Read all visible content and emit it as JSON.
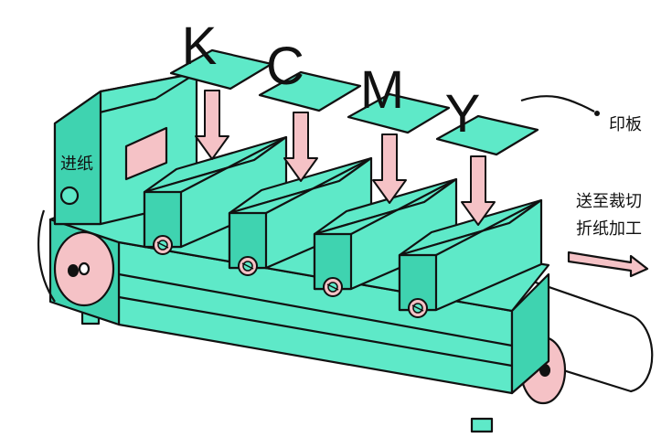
{
  "colors": {
    "machine": "#5ee9c8",
    "machine_dark": "#3fd3b0",
    "pink": "#f5c2c6",
    "outline": "#111111"
  },
  "inks": [
    {
      "letter": "K"
    },
    {
      "letter": "C"
    },
    {
      "letter": "M"
    },
    {
      "letter": "Y"
    }
  ],
  "labels": {
    "feed": "进纸",
    "plate": "印板",
    "output_line1": "送至裁切",
    "output_line2": "折纸加工"
  }
}
